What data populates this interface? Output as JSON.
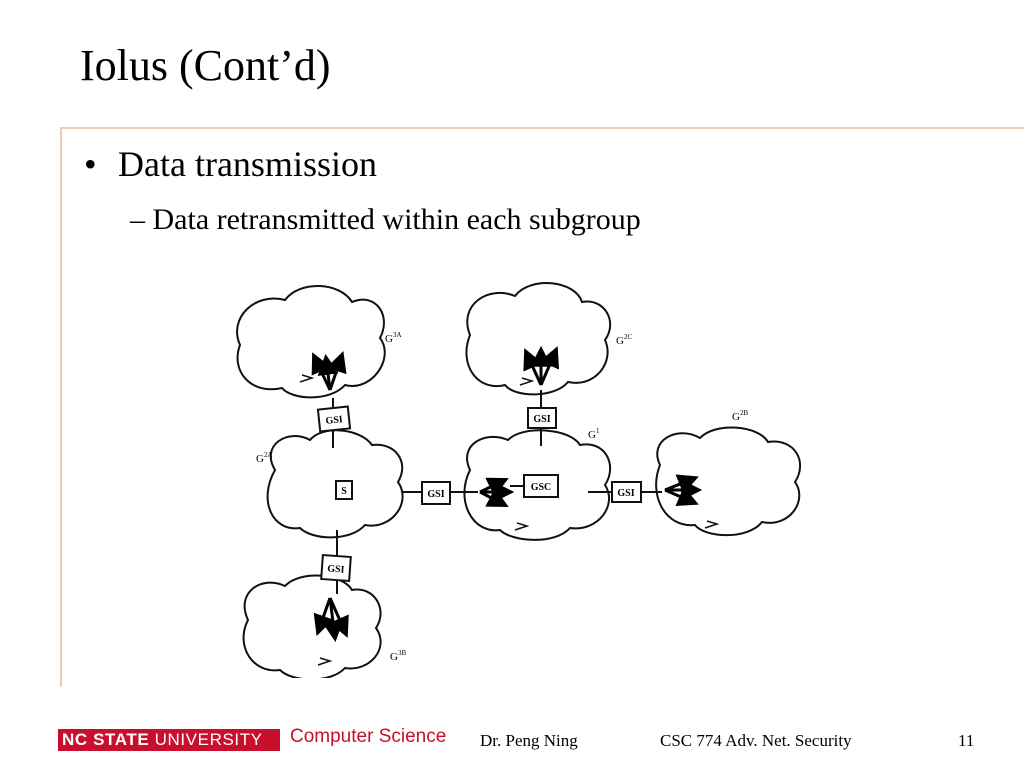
{
  "slide": {
    "title": "Iolus (Cont’d)",
    "bullet_mark": "•",
    "bullet": "Data transmission",
    "sub_bullet": "– Data retransmitted within each subgroup"
  },
  "diagram": {
    "groups": [
      "G3A",
      "G2C",
      "G2A",
      "G1",
      "G2B",
      "G3B"
    ],
    "nodes": {
      "gsi": "GSI",
      "gsc": "GSC",
      "source": "S"
    }
  },
  "footer": {
    "logo_bold": "NC STATE",
    "logo_thin": "UNIVERSITY",
    "department": "Computer Science",
    "author": "Dr. Peng Ning",
    "course": "CSC 774 Adv. Net. Security",
    "page": "11"
  },
  "colors": {
    "accent": "#c8102e",
    "frame": "#f3c7b8"
  }
}
